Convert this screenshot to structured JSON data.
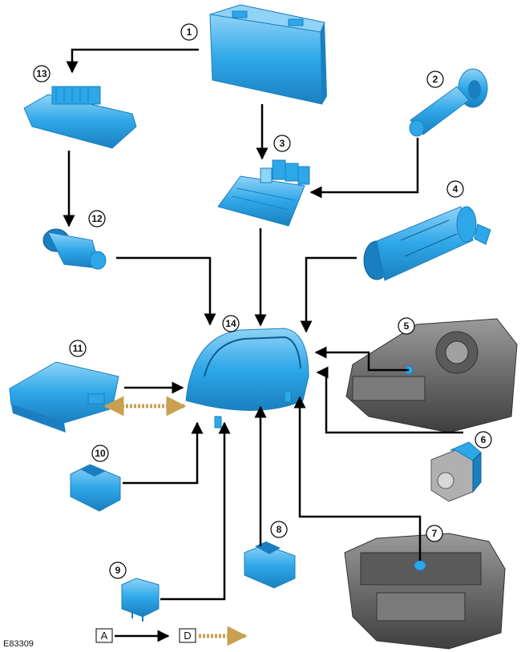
{
  "figure": {
    "id": "E83309"
  },
  "callouts": {
    "c1": "1",
    "c2": "2",
    "c3": "3",
    "c4": "4",
    "c5": "5",
    "c6": "6",
    "c7": "7",
    "c8": "8",
    "c9": "9",
    "c10": "10",
    "c11": "11",
    "c12": "12",
    "c13": "13",
    "c14": "14"
  },
  "legend": {
    "hardwired_label": "A",
    "data_bus_label": "D"
  },
  "colors": {
    "component": "#2ea7e8",
    "component_dark": "#1a7fc0",
    "component_light": "#8fd3f7",
    "gearbox": "#6b6b6b",
    "gearbox_dark": "#3f3f3f",
    "wire": "#000000",
    "databus": "#c8a050"
  }
}
